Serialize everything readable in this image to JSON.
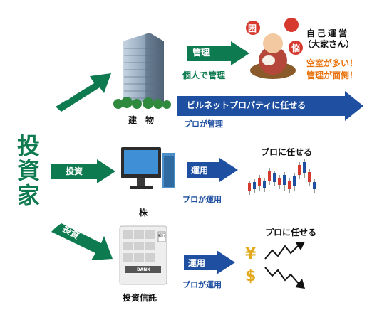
{
  "investor": {
    "label": "投資家"
  },
  "flows": {
    "building_invest": "投資",
    "stock_invest": "投資",
    "trust_invest": "投資"
  },
  "building": {
    "label": "建　物",
    "manage_arrow": "管理",
    "self_manage": "個人で管理",
    "owner_title": "自己運営",
    "owner_sub": "（大家さん）",
    "complaint_1": "空室が多い！",
    "complaint_2": "管理が面倒！",
    "delegate_arrow": "ビルネットプロパティに任せる",
    "pro_manage": "プロが管理",
    "icon_marks": [
      "困",
      "悩"
    ]
  },
  "stock": {
    "label": "株",
    "operate_arrow": "運用",
    "pro_operate": "プロが運用",
    "delegate": "プロに任せる"
  },
  "trust": {
    "label": "投資信託",
    "operate_arrow": "運用",
    "pro_operate": "プロが運用",
    "delegate": "プロに任せる",
    "currency_symbols": [
      "¥",
      "$"
    ],
    "machine_badge": "銀行",
    "machine_label": "BANK"
  },
  "colors": {
    "green": "#0e7a4f",
    "blue": "#1f4fa0",
    "orange": "#e8720c",
    "red": "#d63a2f"
  }
}
